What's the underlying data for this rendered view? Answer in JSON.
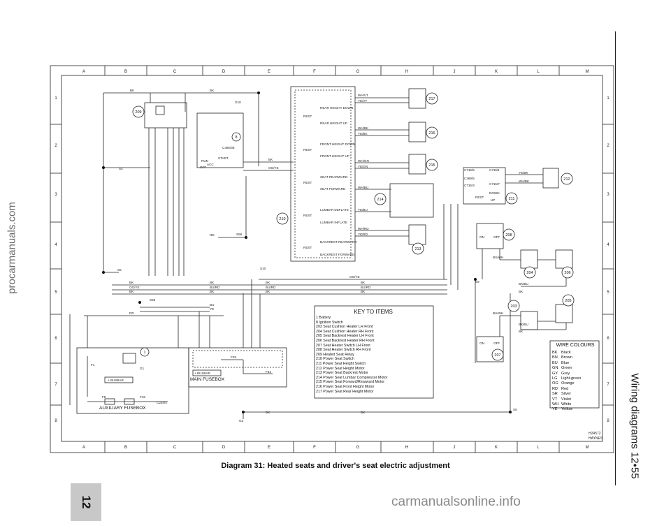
{
  "watermark_side": "procarmanuals.com",
  "watermark_footer": "carmanualsonline.info",
  "page_header": "Wiring diagrams 12•55",
  "chapter_tab": "12",
  "caption": "Diagram 31: Heated seats and driver's seat electric adjustment",
  "grid": {
    "cols": [
      "A",
      "B",
      "C",
      "D",
      "E",
      "F",
      "G",
      "H",
      "J",
      "K",
      "L",
      "M"
    ],
    "rows": [
      "1",
      "2",
      "3",
      "4",
      "5",
      "6",
      "7",
      "8"
    ]
  },
  "diagram_ref": "H24572",
  "publisher_mark": "HAYNES",
  "key": {
    "title": "KEY TO ITEMS",
    "items": [
      "1   Battery",
      "8   Ignition Switch",
      "203 Seat Cushion Heater LH Front",
      "204 Seat Cushion Heater RH Front",
      "205 Seat Backrest Heater LH Front",
      "206 Seat Backrest Heater RH Front",
      "207 Seat Heater Switch LH Front",
      "208 Seat Heater Switch RH Front",
      "209 Heated Seat Relay",
      "210 Power Seat Switch",
      "211 Power Seat Height Switch",
      "212 Power Seat Height Motor",
      "213 Power Seat Backrest Motor",
      "214 Power Seat Lumbar Compressor Motor",
      "215 Power Seat Forward/Rearward Motor",
      "216 Power Seat Front Height Motor",
      "217 Power Seat Rear Height Motor"
    ]
  },
  "wire_colours": {
    "title": "WIRE COLOURS",
    "items": [
      [
        "BK",
        "Black"
      ],
      [
        "BN",
        "Brown"
      ],
      [
        "BU",
        "Blue"
      ],
      [
        "GN",
        "Green"
      ],
      [
        "GY",
        "Grey"
      ],
      [
        "LG",
        "Light-green"
      ],
      [
        "OG",
        "Orange"
      ],
      [
        "RD",
        "Red"
      ],
      [
        "SR",
        "Silver"
      ],
      [
        "VT",
        "Violet"
      ],
      [
        "WH",
        "White"
      ],
      [
        "YE",
        "Yellow"
      ]
    ]
  },
  "fuseboxes": {
    "main": "MAIN FUSEBOX",
    "aux": "AUXILIARY FUSEBOX"
  },
  "labels": {
    "g10": "G10",
    "g2": "G2",
    "g1": "G1",
    "s4": "S4",
    "s5": "S5",
    "s55": "S55",
    "s56": "S56",
    "s9": "S9",
    "s10": "S10",
    "s8": "S8",
    "busbar_main": "+ BUSBAR",
    "busbar_aux": "+ BUSBAR",
    "f1": "F1",
    "f8": "F8",
    "f18": "F18",
    "f28": "F28",
    "f32": "F32",
    "c234": "C234/4",
    "c456_38": "C456/38",
    "start": "START",
    "run": "RUN",
    "acc": "ACC",
    "off": "OFF",
    "rear_hd": "REAR HEIGHT DOWN",
    "rear_hu": "REAR HEIGHT UP",
    "front_hd": "FRONT HEIGHT DOWN",
    "front_hu": "FRONT HEIGHT UP",
    "seat_rw": "SEAT REARWARD",
    "seat_fw": "SEAT FORWARD",
    "lumbar_d": "LUMBAR DEFLATE",
    "lumbar_i": "LUMBAR INFLATE",
    "back_rw": "BACKREST REARWARD",
    "back_fw": "BACKREST FORWARD",
    "rest": "REST",
    "down": "DOWN",
    "up": "UP",
    "on": "ON",
    "off2": "OFF",
    "wh_vt": "WH/VT",
    "ye_vt": "YE/VT",
    "wh_bk": "WH/BK",
    "ye_bk": "YE/BK",
    "wh_gn": "WH/GN",
    "ye_gn": "YE/GN",
    "wh_bu": "WH/BU",
    "ye_bu": "YE/BU",
    "wh_rd": "WH/RD",
    "ye_rd": "YE/RD",
    "bk": "BK",
    "og_ye": "OG/YE",
    "bu_rd": "BU/RD",
    "bu": "BU",
    "ye": "YE",
    "rd": "RD",
    "bu_wh": "BU/WH",
    "bk_bu": "BK/BU",
    "ye_bk2": "YE/BK",
    "wh_bk2": "WH/BK",
    "c715_6": "C715/6",
    "c715_1": "C715/1",
    "c369_5": "C369/5",
    "c715_3": "C715/3",
    "c715_7": "C715/7"
  },
  "items": [
    "209",
    "8",
    "210",
    "217",
    "216",
    "215",
    "214",
    "213",
    "212",
    "211",
    "208",
    "204",
    "206",
    "203",
    "205",
    "207",
    "1"
  ]
}
